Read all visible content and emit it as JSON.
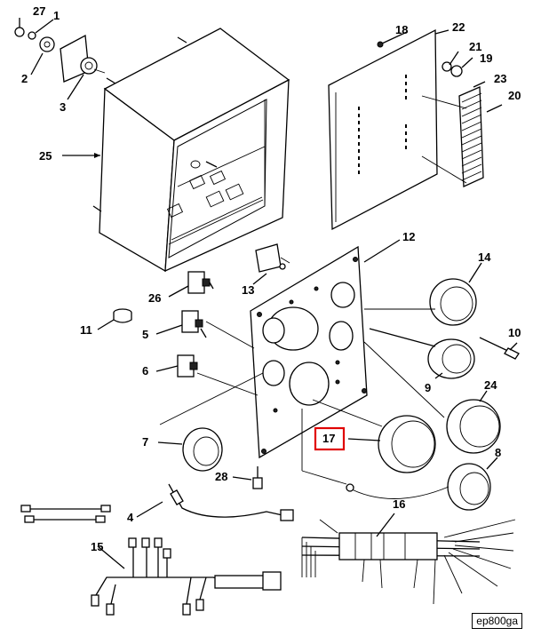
{
  "figure_id": "ep800ga",
  "highlight_color": "#e00000",
  "callouts": {
    "c1": "1",
    "c2": "2",
    "c3": "3",
    "c4": "4",
    "c5": "5",
    "c6": "6",
    "c7": "7",
    "c8": "8",
    "c9": "9",
    "c10": "10",
    "c11": "11",
    "c12": "12",
    "c13": "13",
    "c14": "14",
    "c15": "15",
    "c16": "16",
    "c17": "17",
    "c18": "18",
    "c19": "19",
    "c20": "20",
    "c21": "21",
    "c22": "22",
    "c23": "23",
    "c24": "24",
    "c25": "25",
    "c26": "26",
    "c27": "27",
    "c28": "28"
  },
  "highlighted_callout": "17"
}
